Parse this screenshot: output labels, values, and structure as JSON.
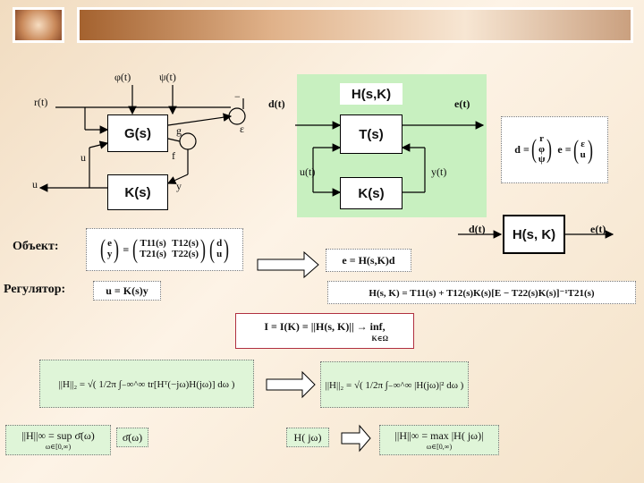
{
  "diagram": {
    "labels": {
      "phi_t": "φ(t)",
      "psi_t": "ψ(t)",
      "r_t": "r(t)",
      "minus": "−",
      "epsilon": "ε",
      "g": "g",
      "f": "f",
      "u_inner": "u",
      "u_outer": "u",
      "y": "y",
      "d_t": "d(t)",
      "e_t": "e(t)",
      "u_t_green": "u(t)",
      "y_t_green": "y(t)",
      "d_t_right": "d(t)",
      "e_t_right": "e(t)"
    },
    "blocks": {
      "G": "G(s)",
      "K": "K(s)",
      "H_title": "H(s,K)",
      "T": "T(s)",
      "K_green": "K(s)",
      "H_right": "H(s, K)"
    }
  },
  "vectors": {
    "d_lhs": "d =",
    "d_entries": [
      "r",
      "φ",
      "ψ"
    ],
    "e_lhs": "e =",
    "e_entries": [
      "ε",
      "u"
    ]
  },
  "text": {
    "object_label": "Объект:",
    "regulator_label": "Регулятор:",
    "object_lhs": [
      "e",
      "y"
    ],
    "object_matrix": [
      [
        "T11(s)",
        "T12(s)"
      ],
      [
        "T21(s)",
        "T22(s)"
      ]
    ],
    "object_rhs": [
      "d",
      "u"
    ],
    "regulator_eq": "u = K(s)y",
    "e_eq": "e = H(s,K)d",
    "H_formula": "H(s, K) = T11(s) + T12(s)K(s)[E − T22(s)K(s)]⁻¹T21(s)",
    "criterion_eq": "I = I(K) = ||H(s, K)|| → inf,",
    "criterion_sub": "K∈Ω",
    "h2_left": "||H||₂ = √( 1/2π ∫₋∞^∞ tr[Hᵀ(−jω)H(jω)] dω )",
    "h2_right": "||H||₂ = √( 1/2π ∫₋∞^∞ |H(jω)|² dω )",
    "hinf_left": "||H||∞ = sup σ̄(ω)",
    "hinf_left_sub": "ω∈[0,∞)",
    "sigma_box": "σ̄(ω)",
    "H_jw": "H( jω)",
    "hinf_right": "||H||∞ = max |H( jω)|",
    "hinf_right_sub": "ω∈[0,∞)"
  },
  "colors": {
    "green_area": "#c8f0c0",
    "header_dark": "#a4622f",
    "arrow_border": "#000000",
    "frame_red": "#b03040"
  }
}
